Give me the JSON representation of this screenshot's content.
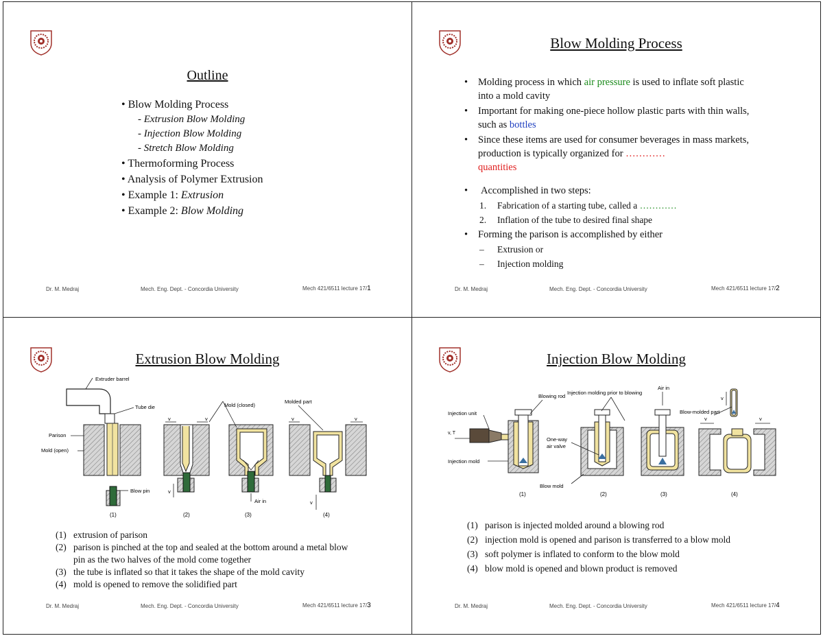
{
  "footer": {
    "left": "Dr. M. Medraj",
    "mid": "Mech. Eng. Dept. - Concordia University",
    "right": "Mech 421/6511 lecture 17/"
  },
  "slide1": {
    "title": "Outline",
    "items": [
      {
        "text": "• Blow Molding Process"
      },
      {
        "text": "- Extrusion Blow Molding"
      },
      {
        "text": "- Injection Blow Molding"
      },
      {
        "text": "- Stretch Blow Molding"
      },
      {
        "text": "• Thermoforming Process"
      },
      {
        "text": "• Analysis of Polymer Extrusion"
      },
      {
        "prefix": "• Example 1: ",
        "italic": "Extrusion"
      },
      {
        "prefix": "• Example 2: ",
        "italic": "Blow Molding"
      }
    ],
    "page": "1"
  },
  "slide2": {
    "title": "Blow Molding Process",
    "b1_pre": "Molding process in which ",
    "b1_hl": "air pressure",
    "b1_post": " is used to inflate soft plastic into a mold cavity",
    "b2_pre": "Important for making one-piece hollow plastic parts with thin walls, such as ",
    "b2_hl": "bottles",
    "b3_pre": "Since these items are used for consumer beverages in mass markets, production is typically organized for ",
    "b3_dots": "…………",
    "b3_hl": "quantities",
    "b4": "Accomplished in two steps:",
    "n1_num": "1.",
    "n1_pre": "Fabrication of a starting tube, called a ",
    "n1_dots": "…………",
    "n2_num": "2.",
    "n2": "Inflation of the tube to desired final shape",
    "b5": "Forming the parison is accomplished by either",
    "d1": "Extrusion or",
    "d2": "Injection molding",
    "page": "2"
  },
  "slide3": {
    "title": "Extrusion Blow Molding",
    "labels": {
      "barrel": "Extruder barrel",
      "tube_die": "Tube die",
      "mold_closed": "Mold (closed)",
      "molded_part": "Molded part",
      "parison": "Parison",
      "mold_open": "Mold (open)",
      "blow_pin": "Blow pin",
      "air_in": "Air in",
      "v": "v",
      "s1": "(1)",
      "s2": "(2)",
      "s3": "(3)",
      "s4": "(4)"
    },
    "captions": [
      {
        "num": "(1)",
        "text": "extrusion of parison"
      },
      {
        "num": "(2)",
        "text": "parison is pinched at the top and sealed at the bottom around a metal blow pin as the two halves of the mold come together"
      },
      {
        "num": "(3)",
        "text": "the tube is inflated so that it takes the shape of the mold cavity"
      },
      {
        "num": "(4)",
        "text": "mold is opened to remove the solidified part"
      }
    ],
    "page": "3"
  },
  "slide4": {
    "title": "Injection Blow Molding",
    "labels": {
      "inj_prior": "Injection molding prior to blowing",
      "air_in": "Air in",
      "blowing_rod": "Blowing rod",
      "injection_unit": "Injection unit",
      "oneway": "One-way",
      "air_valve": "air valve",
      "injection_mold": "Injection mold",
      "blow_mold": "Blow mold",
      "blow_molded_part": "Blow-molded part",
      "vt": "v, T",
      "v": "v",
      "s1": "(1)",
      "s2": "(2)",
      "s3": "(3)",
      "s4": "(4)"
    },
    "captions": [
      {
        "num": "(1)",
        "text": "parison is injected molded around a blowing rod"
      },
      {
        "num": "(2)",
        "text": "injection mold is opened and parison is transferred to a blow mold"
      },
      {
        "num": "(3)",
        "text": "soft polymer is inflated to conform to the blow mold"
      },
      {
        "num": "(4)",
        "text": "blow mold is opened and blown product is removed"
      }
    ],
    "page": "4"
  },
  "colors": {
    "highlight_green": "#1a8a1a",
    "highlight_blue": "#2040c0",
    "highlight_red": "#e02020",
    "parison": "#f1e3a0",
    "hatch": "#cfcfcf"
  }
}
